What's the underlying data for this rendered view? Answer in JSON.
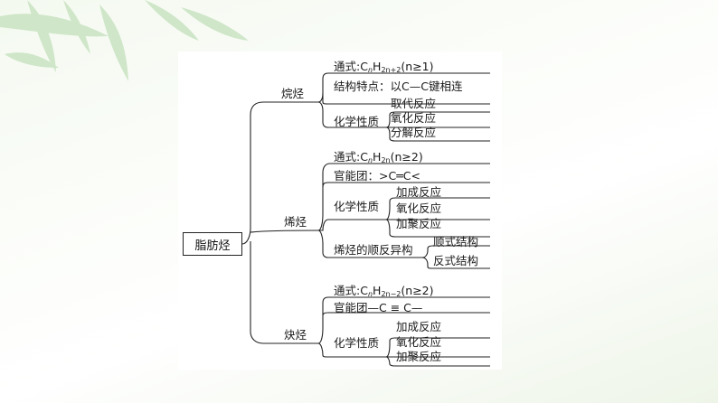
{
  "root": "脂肪烃",
  "branches": {
    "alkane": {
      "label": "烷烃",
      "formula_prefix": "通式:C",
      "formula_n": "n",
      "formula_h": "H",
      "formula_sub": "2n+2",
      "formula_cond": "(n≥1)",
      "structure": "结构特点：以C—C键相连",
      "chem_props": "化学性质",
      "reactions": [
        "取代反应",
        "氧化反应",
        "分解反应"
      ]
    },
    "alkene": {
      "label": "烯烃",
      "formula_prefix": "通式:C",
      "formula_n": "n",
      "formula_h": "H",
      "formula_sub": "2n",
      "formula_cond": "(n≥2)",
      "functional_group_label": "官能团：",
      "functional_group_bond": "C═C",
      "chem_props": "化学性质",
      "reactions": [
        "加成反应",
        "氧化反应",
        "加聚反应"
      ],
      "isomerism": "烯烃的顺反异构",
      "isomer_types": [
        "顺式结构",
        "反式结构"
      ]
    },
    "alkyne": {
      "label": "炔烃",
      "formula_prefix": "通式:C",
      "formula_n": "n",
      "formula_h": "H",
      "formula_sub": "2n−2",
      "formula_cond": "(n≥2)",
      "functional_group": "官能团—C ≡ C—",
      "chem_props": "化学性质",
      "reactions": [
        "加成反应",
        "氧化反应",
        "加聚反应"
      ]
    }
  },
  "colors": {
    "line": "#222222",
    "leaf": "#b8d8b0",
    "leaf_dark": "#8fc08a"
  }
}
